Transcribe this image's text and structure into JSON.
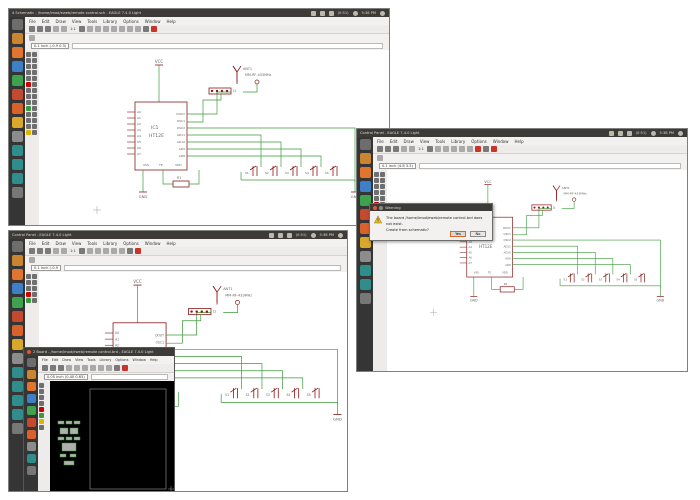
{
  "colors": {
    "wire": "#3b9b3b",
    "symbol": "#8b1b1b",
    "label": "#666666",
    "titlebar": "#3c3b37",
    "launcher": "#353535",
    "board_bg": "#000000",
    "board_parts": "#b0b0b0"
  },
  "launcher_icons": [
    "dash-icon",
    "files-icon",
    "firefox-icon",
    "office-writer-icon",
    "office-calc-icon",
    "office-impress-icon",
    "software-center-icon",
    "amazon-icon",
    "settings-icon",
    "eagle-icon",
    "eagle-icon",
    "eagle-icon",
    "trash-icon"
  ],
  "menu": [
    "File",
    "Edit",
    "Draw",
    "View",
    "Tools",
    "Library",
    "Options",
    "Window",
    "Help"
  ],
  "screens": [
    {
      "id": "schematic",
      "title": "4 Schematic - /home/imod/eweb/remote control.sch - EAGLE 7.4.0 Light",
      "tray_time": "5:38 PM",
      "tray_battery": "(0:51)",
      "toolbar_zoom": "1:1",
      "coord": "0.1 inch (-0.9 0.3)"
    },
    {
      "id": "control-dialog",
      "title": "Control Panel - EAGLE 7.4.0 Light",
      "tray_time": "5:38 PM",
      "tray_battery": "(0:51)",
      "toolbar_zoom": "1:1",
      "coord": "0.1 inch (4.8 3.5)"
    },
    {
      "id": "control",
      "title": "Control Panel - EAGLE 7.4.0 Light",
      "tray_time": "5:38 PM",
      "tray_battery": "(0:51)",
      "toolbar_zoom": "1:1",
      "coord": "0.1 inch (-0.9"
    }
  ],
  "dialog": {
    "title": "Warning",
    "message": "The board /home/imod/eweb/remote control.brd does not exist.",
    "message2": "Create from schematic?",
    "yes": "Yes",
    "no": "No"
  },
  "board_window": {
    "title": "2 Board - /home/imod/eweb/remote control.brd - EAGLE 7.4.0 Light",
    "coord": "0.05 inch (0.40 0.65)"
  },
  "schematic": {
    "vcc": "VCC",
    "gnd": "GND",
    "ic_name": "IC1",
    "ic_value": "HT12E",
    "antenna": "ANT1",
    "module": "MM-RF-433MHz",
    "header": "J1",
    "resistor": "R1",
    "switch_prefix": "S",
    "pins_left": [
      "A0",
      "A1",
      "A2",
      "A3",
      "A4",
      "A5",
      "A6",
      "A7"
    ],
    "pins_right": [
      "DOUT",
      "OSC1",
      "OSC2",
      "AD11",
      "AD10",
      "AD9",
      "AD8"
    ],
    "pins_bottom": [
      "VSS",
      "TE",
      "VDD"
    ],
    "switches": [
      "S1",
      "S2",
      "S3",
      "S4",
      "S5"
    ]
  }
}
